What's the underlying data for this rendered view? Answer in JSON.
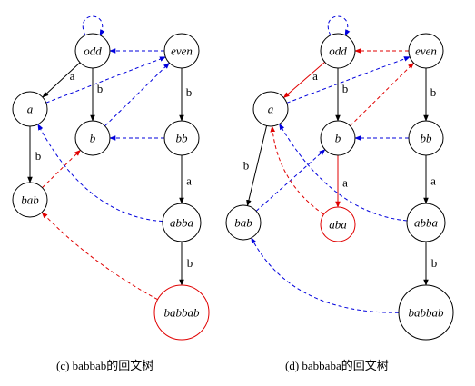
{
  "colors": {
    "tree_edge": "#000000",
    "new_edge": "#e00000",
    "suffix_link": "#0000dd"
  },
  "trees": [
    {
      "caption": "(c)  babbab的回文树",
      "nodes": [
        {
          "id": "odd",
          "label": "odd"
        },
        {
          "id": "even",
          "label": "even"
        },
        {
          "id": "a",
          "label": "a"
        },
        {
          "id": "b",
          "label": "b"
        },
        {
          "id": "bb",
          "label": "bb"
        },
        {
          "id": "bab",
          "label": "bab"
        },
        {
          "id": "abba",
          "label": "abba"
        },
        {
          "id": "babbab",
          "label": "babbab",
          "highlight": true
        }
      ],
      "tree_edges": [
        {
          "from": "odd",
          "to": "a",
          "label": "a"
        },
        {
          "from": "odd",
          "to": "b",
          "label": "b"
        },
        {
          "from": "even",
          "to": "bb",
          "label": "b"
        },
        {
          "from": "a",
          "to": "bab",
          "label": "b"
        },
        {
          "from": "bb",
          "to": "abba",
          "label": "a"
        },
        {
          "from": "abba",
          "to": "babbab",
          "label": "b"
        }
      ],
      "suffix_links": [
        {
          "from": "odd",
          "to": "odd",
          "color": "blue"
        },
        {
          "from": "even",
          "to": "odd",
          "color": "blue"
        },
        {
          "from": "a",
          "to": "even",
          "color": "blue"
        },
        {
          "from": "b",
          "to": "even",
          "color": "blue"
        },
        {
          "from": "bb",
          "to": "b",
          "color": "blue"
        },
        {
          "from": "bab",
          "to": "b",
          "color": "red"
        },
        {
          "from": "abba",
          "to": "a",
          "color": "blue"
        },
        {
          "from": "babbab",
          "to": "bab",
          "color": "red"
        }
      ]
    },
    {
      "caption": "(d)  babbaba的回文树",
      "nodes": [
        {
          "id": "odd",
          "label": "odd"
        },
        {
          "id": "even",
          "label": "even"
        },
        {
          "id": "a",
          "label": "a"
        },
        {
          "id": "b",
          "label": "b"
        },
        {
          "id": "bb",
          "label": "bb"
        },
        {
          "id": "bab",
          "label": "bab"
        },
        {
          "id": "aba",
          "label": "aba",
          "highlight": true
        },
        {
          "id": "abba",
          "label": "abba"
        },
        {
          "id": "babbab",
          "label": "babbab"
        }
      ],
      "tree_edges": [
        {
          "from": "odd",
          "to": "a",
          "label": "a",
          "color": "red"
        },
        {
          "from": "odd",
          "to": "b",
          "label": "b"
        },
        {
          "from": "even",
          "to": "bb",
          "label": "b"
        },
        {
          "from": "a",
          "to": "bab",
          "label": "b"
        },
        {
          "from": "b",
          "to": "aba",
          "label": "a",
          "color": "red"
        },
        {
          "from": "bb",
          "to": "abba",
          "label": "a"
        },
        {
          "from": "abba",
          "to": "babbab",
          "label": "b"
        }
      ],
      "suffix_links": [
        {
          "from": "odd",
          "to": "odd",
          "color": "blue"
        },
        {
          "from": "even",
          "to": "odd",
          "color": "red"
        },
        {
          "from": "a",
          "to": "even",
          "color": "blue"
        },
        {
          "from": "b",
          "to": "even",
          "color": "red"
        },
        {
          "from": "bb",
          "to": "b",
          "color": "blue"
        },
        {
          "from": "bab",
          "to": "b",
          "color": "blue"
        },
        {
          "from": "aba",
          "to": "a",
          "color": "red"
        },
        {
          "from": "abba",
          "to": "a",
          "color": "blue"
        },
        {
          "from": "babbab",
          "to": "bab",
          "color": "blue"
        }
      ]
    }
  ]
}
